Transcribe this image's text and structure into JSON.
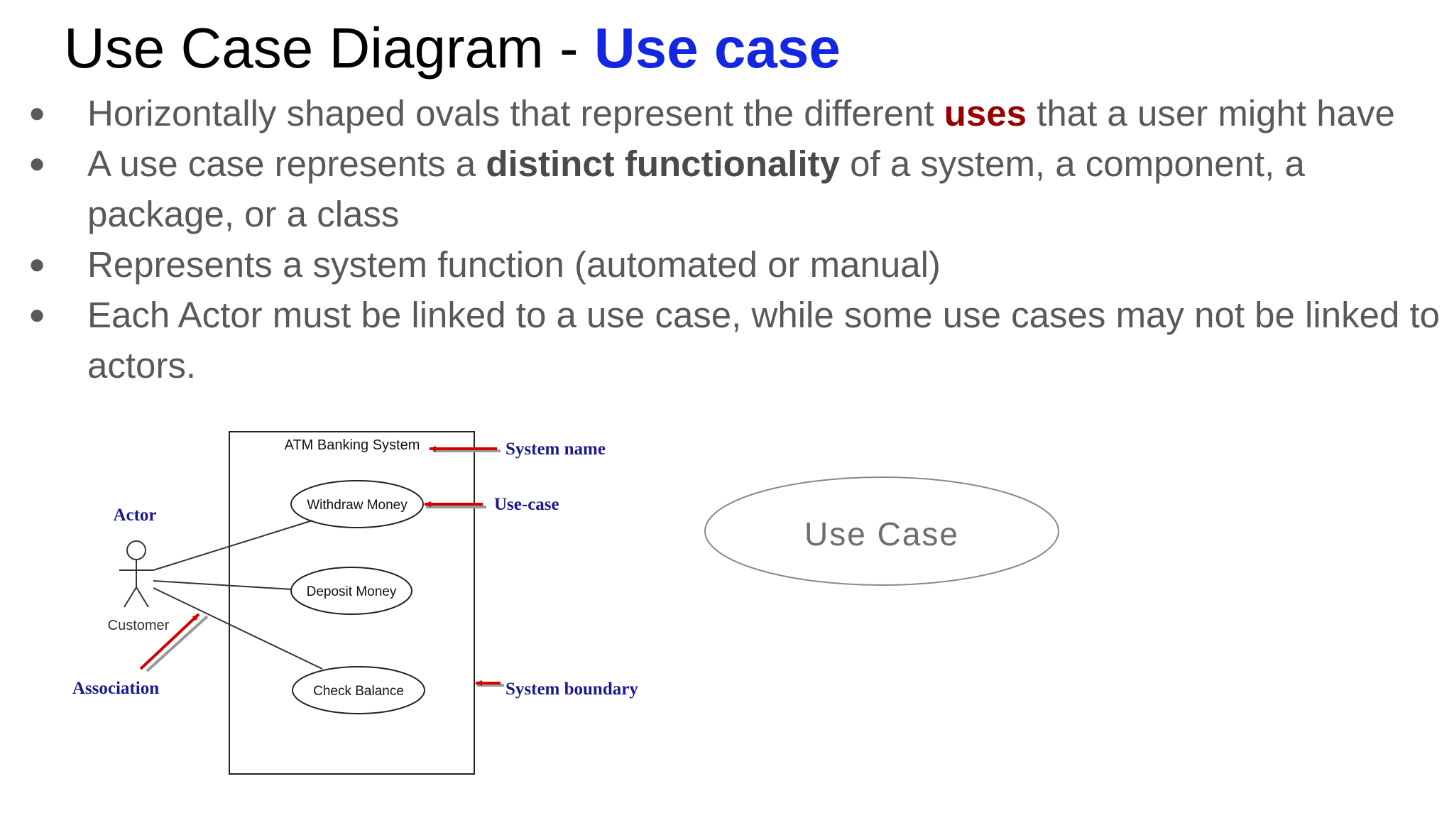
{
  "title": {
    "prefix": "Use Case Diagram - ",
    "highlight": "Use case"
  },
  "bullets": [
    {
      "before": "Horizontally shaped ovals that represent the different ",
      "emphasis": "uses",
      "after": " that a user might have"
    },
    {
      "before": "A use case represents a ",
      "emphasis": "distinct functionality",
      "after": " of a system, a component, a package, or a class"
    },
    {
      "text": "Represents a system function (automated or manual)"
    },
    {
      "text": "Each Actor must be linked to a use case, while some use cases may not be linked to actors."
    }
  ],
  "diagram": {
    "system_title": "ATM Banking System",
    "use_cases": [
      "Withdraw Money",
      "Deposit Money",
      "Check Balance"
    ],
    "actor_label": "Customer",
    "annotations": {
      "actor": "Actor",
      "system_name": "System name",
      "use_case": "Use-case",
      "association": "Association",
      "system_boundary": "System boundary"
    }
  },
  "example_oval_label": "Use Case",
  "colors": {
    "title_accent": "#1326e0",
    "emphasis_red": "#980000",
    "annotation_blue": "#1a1a8c",
    "arrow_red": "#d40000"
  }
}
